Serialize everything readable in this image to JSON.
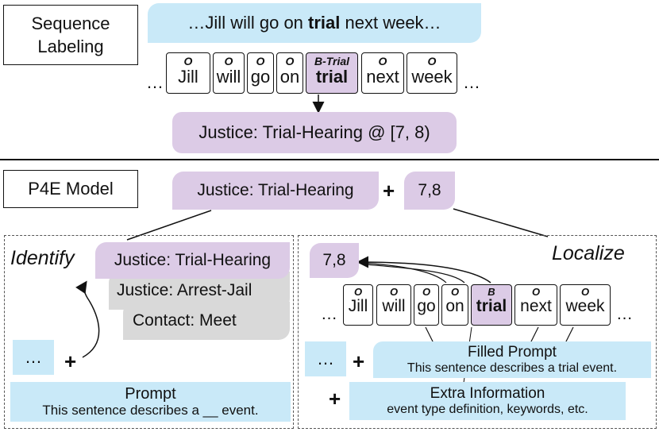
{
  "top": {
    "title": "Sequence Labeling",
    "sentence_prefix": "…Jill will go on ",
    "sentence_bold": "trial",
    "sentence_suffix": " next week…",
    "left_dots": "…",
    "right_dots": "…",
    "tokens": [
      {
        "tag": "O",
        "word": "Jill"
      },
      {
        "tag": "O",
        "word": "will"
      },
      {
        "tag": "O",
        "word": "go"
      },
      {
        "tag": "O",
        "word": "on"
      },
      {
        "tag": "B-Trial",
        "word": "trial"
      },
      {
        "tag": "O",
        "word": "next"
      },
      {
        "tag": "O",
        "word": "week"
      }
    ],
    "output": "Justice: Trial-Hearing @ [7, 8)"
  },
  "middle": {
    "title": "P4E Model",
    "event_type": "Justice: Trial-Hearing",
    "plus": "+",
    "span": "7,8"
  },
  "identify": {
    "title": "Identify",
    "candidates": [
      "Justice: Trial-Hearing",
      "Justice: Arrest-Jail",
      "Contact: Meet"
    ],
    "ellipsis": "…",
    "plus": "+",
    "prompt_title": "Prompt",
    "prompt_text": "This sentence describes a __ event."
  },
  "localize": {
    "title": "Localize",
    "span": "7,8",
    "left_dots": "…",
    "right_dots": "…",
    "tokens": [
      {
        "tag": "O",
        "word": "Jill"
      },
      {
        "tag": "O",
        "word": "will"
      },
      {
        "tag": "O",
        "word": "go"
      },
      {
        "tag": "O",
        "word": "on"
      },
      {
        "tag": "B",
        "word": "trial"
      },
      {
        "tag": "O",
        "word": "next"
      },
      {
        "tag": "O",
        "word": "week"
      }
    ],
    "ellipsis": "…",
    "plus1": "+",
    "plus2": "+",
    "filled_title": "Filled Prompt",
    "filled_text": "This sentence describes a trial event.",
    "extra_title": "Extra Information",
    "extra_text": "event type definition, keywords, etc."
  },
  "colors": {
    "blue": "#c9e9f8",
    "purple": "#dccbe6",
    "gray": "#d9d9d9"
  }
}
